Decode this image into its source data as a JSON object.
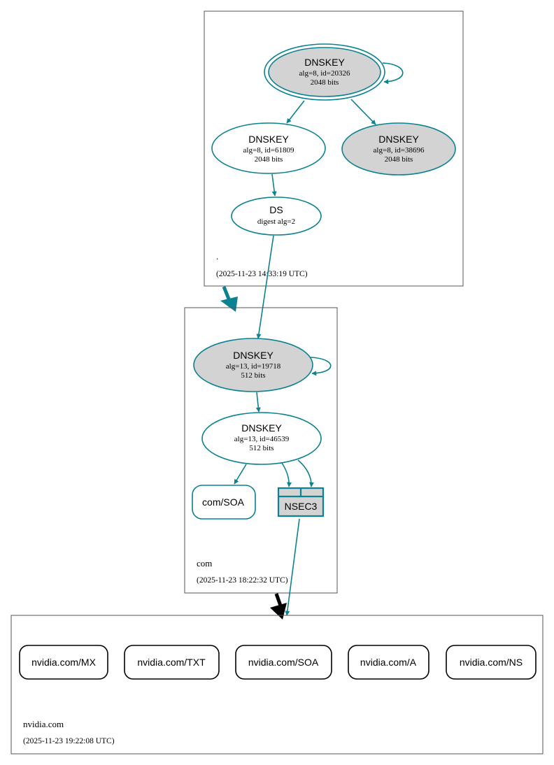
{
  "colors": {
    "teal": "#0a8291",
    "secure_fill": "#d3d3d3",
    "delegation_insecure": "#000000",
    "box_border": "#555555"
  },
  "zones": {
    "root": {
      "name": ".",
      "timestamp": "(2025-11-23 14:33:19 UTC)",
      "dnskey_ksk": {
        "title": "DNSKEY",
        "line1": "alg=8, id=20326",
        "line2": "2048 bits"
      },
      "dnskey_zsk": {
        "title": "DNSKEY",
        "line1": "alg=8, id=61809",
        "line2": "2048 bits"
      },
      "dnskey_other": {
        "title": "DNSKEY",
        "line1": "alg=8, id=38696",
        "line2": "2048 bits"
      },
      "ds": {
        "title": "DS",
        "line1": "digest alg=2"
      }
    },
    "com": {
      "name": "com",
      "timestamp": "(2025-11-23 18:22:32 UTC)",
      "dnskey_ksk": {
        "title": "DNSKEY",
        "line1": "alg=13, id=19718",
        "line2": "512 bits"
      },
      "dnskey_zsk": {
        "title": "DNSKEY",
        "line1": "alg=13, id=46539",
        "line2": "512 bits"
      },
      "soa": "com/SOA",
      "nsec3": "NSEC3"
    },
    "nvidia": {
      "name": "nvidia.com",
      "timestamp": "(2025-11-23 19:22:08 UTC)",
      "records": [
        "nvidia.com/MX",
        "nvidia.com/TXT",
        "nvidia.com/SOA",
        "nvidia.com/A",
        "nvidia.com/NS"
      ]
    }
  }
}
